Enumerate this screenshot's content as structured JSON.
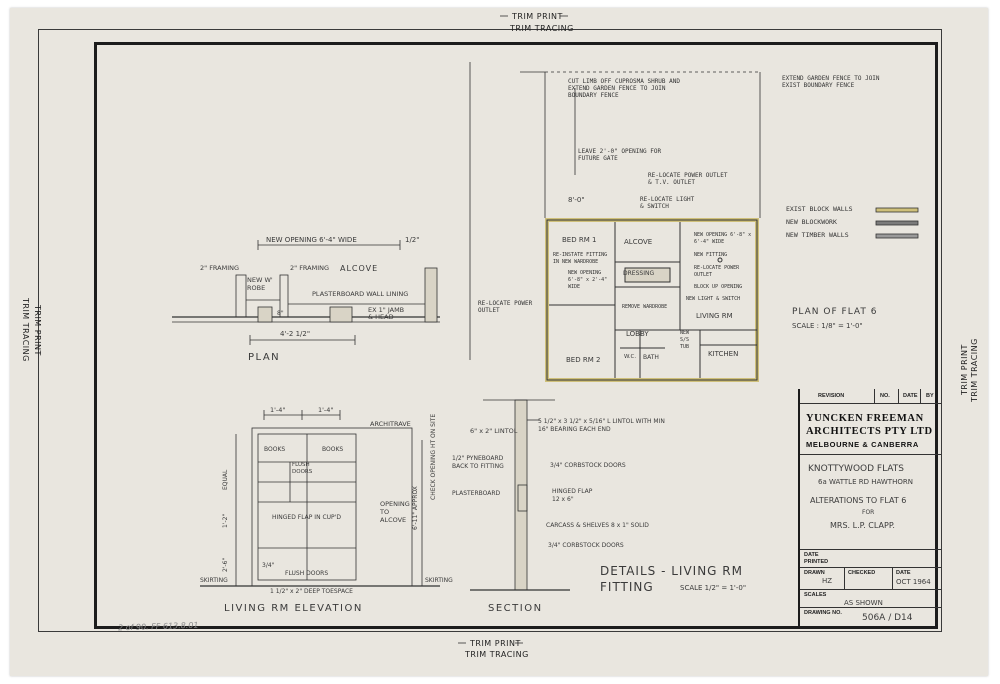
{
  "trim_labels": {
    "top_print": "TRIM PRINT",
    "top_tracing": "TRIM TRACING",
    "bottom_print": "TRIM PRINT",
    "bottom_tracing": "TRIM TRACING",
    "left_print": "TRIM PRINT",
    "left_tracing": "TRIM TRACING",
    "right_print": "TRIM PRINT",
    "right_tracing": "TRIM TRACING"
  },
  "plan_detail": {
    "top_dim": "NEW OPENING 6'-4\" WIDE",
    "right_dim": "1/2\"",
    "framing_left": "2\" FRAMING",
    "framing_mid": "2\" FRAMING",
    "room": "ALCOVE",
    "wrobe": "NEW W' ROBE",
    "lining": "PLASTERBOARD WALL LINING",
    "ex": "EX 1\" JAMB & HEAD",
    "bottom_dim": "4'-2 1/2\"",
    "dim_8": "8\"",
    "caption": "PLAN"
  },
  "elevation": {
    "dim_left": "1'-4\"",
    "dim_right": "1'-4\"",
    "architrave": "ARCHITRAVE",
    "books_left": "BOOKS",
    "books_right": "BOOKS",
    "flush_doors_top": "FLUSH DOORS",
    "hinged_flap": "HINGED FLAP IN CUP'D",
    "flush_doors_bottom": "FLUSH DOORS",
    "opening": "OPENING TO ALCOVE",
    "check": "CHECK OPENING HT ON SITE",
    "approx": "6'-11\" APPROX",
    "equal": "EQUAL",
    "dim_12": "1'-2\"",
    "dim_26": "2'-6\"",
    "dim_34": "3/4\"",
    "toespace": "1 1/2\" x 2\" DEEP TOESPACE",
    "skirting_left": "SKIRTING",
    "skirting_right": "SKIRTING",
    "caption": "LIVING RM ELEVATION",
    "pencil": "2 of 90. FF 613.8.01"
  },
  "section": {
    "lintol_left": "6\" x 2\" LINTOL",
    "lintol_right": "5 1/2\" x 3 1/2\" x 5/16\" L LINTOL WITH MIN 16\" BEARING EACH END",
    "pyneboard": "1/2\" PYNEBOARD BACK TO FITTING",
    "corbstock1": "3/4\" CORBSTOCK DOORS",
    "plasterboard": "PLASTERBOARD",
    "hinged": "HINGED FLAP 12 x 6\"",
    "carcass": "CARCASS & SHELVES 8 x 1\" SOLID",
    "corbstock2": "3/4\" CORBSTOCK DOORS",
    "caption": "SECTION"
  },
  "details_title": {
    "line1": "DETAILS - LIVING RM",
    "line2": "FITTING",
    "scale": "SCALE 1/2\" = 1'-0\""
  },
  "flat_plan": {
    "note_top_left": "CUT LIMB OFF CUPROSMA SHRUB AND EXTEND GARDEN FENCE TO JOIN BOUNDARY FENCE",
    "note_top_right": "EXTEND GARDEN FENCE TO JOIN EXIST BOUNDARY FENCE",
    "leave": "LEAVE 2'-0\" OPENING FOR FUTURE GATE",
    "power_tv": "RE-LOCATE POWER OUTLET & T.V. OUTLET",
    "light_switch": "RE-LOCATE LIGHT & SWITCH",
    "dim_80": "8'-0\"",
    "bed1": "BED RM 1",
    "alcove": "ALCOVE",
    "reinstate": "RE-INSTATE FITTING IN NEW WARDROBE",
    "new_opening_left": "NEW OPENING 6'-8\" x 2'-4\" WIDE",
    "dressing": "DRESSING",
    "new_opening_right": "NEW OPENING 6'-8\" x 6'-4\" WIDE",
    "new_fitting": "NEW FITTING",
    "relocate_power": "RE-LOCATE POWER OUTLET",
    "block_up": "BLOCK UP OPENING",
    "new_light": "NEW LIGHT & SWITCH",
    "remove_wardrobe": "REMOVE WARDROBE",
    "relocate_power_outlet": "RE-LOCATE POWER OUTLET",
    "living": "LIVING RM",
    "lobby": "LOBBY",
    "new_tub": "NEW S/S TUB",
    "bed2": "BED RM 2",
    "wc": "W.C.",
    "bath": "BATH",
    "kitchen": "KITCHEN",
    "title": "PLAN OF FLAT 6",
    "scale": "SCALE : 1/8\" = 1'-0\""
  },
  "legend": [
    {
      "label": "EXIST BLOCK WALLS",
      "color": "#cfc07a"
    },
    {
      "label": "NEW BLOCKWORK",
      "color": "#7b7b7b"
    },
    {
      "label": "NEW TIMBER WALLS",
      "color": "#9a9a9a"
    }
  ],
  "title_block": {
    "rev_revision": "REVISION",
    "rev_no": "NO.",
    "rev_date": "DATE",
    "rev_by": "BY",
    "firm_line1": "YUNCKEN FREEMAN",
    "firm_line2": "ARCHITECTS PTY LTD",
    "firm_line3": "MELBOURNE & CANBERRA",
    "project1": "KNOTTYWOOD FLATS",
    "project2": "6a WATTLE RD HAWTHORN",
    "project3": "ALTERATIONS TO FLAT 6",
    "project4": "FOR",
    "project5": "MRS. L.P. CLAPP.",
    "date_printed_label": "DATE PRINTED",
    "drawn_label": "DRAWN",
    "drawn_value": "HZ",
    "checked_label": "CHECKED",
    "date_label": "DATE",
    "date_value": "OCT 1964",
    "scales_label": "SCALES",
    "scales_value": "AS SHOWN",
    "drawing_no_label": "DRAWING NO.",
    "drawing_no_value": "506A / D14"
  },
  "colors": {
    "paper": "#e9e6df",
    "ink": "#2b2b2b",
    "existing_wall": "#cfc07a"
  }
}
